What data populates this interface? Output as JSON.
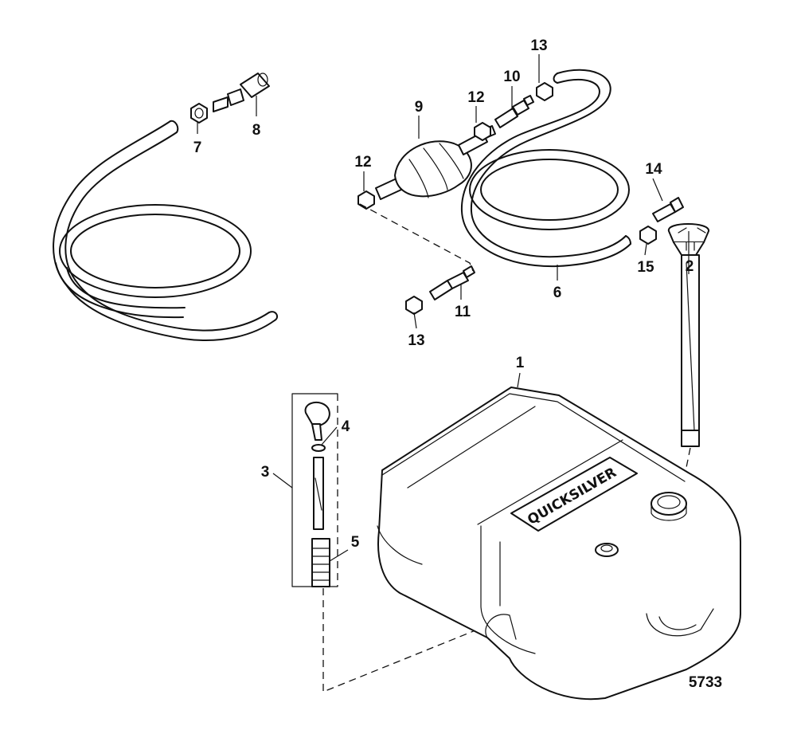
{
  "figure_id": "5733",
  "brand_text": "QUICKSILVER",
  "callouts": {
    "p1": "1",
    "p2": "2",
    "p3": "3",
    "p4": "4",
    "p5": "5",
    "p6": "6",
    "p7": "7",
    "p8": "8",
    "p9": "9",
    "p10": "10",
    "p11": "11",
    "p12a": "12",
    "p12b": "12",
    "p13a": "13",
    "p13b": "13",
    "p14": "14",
    "p15": "15"
  }
}
